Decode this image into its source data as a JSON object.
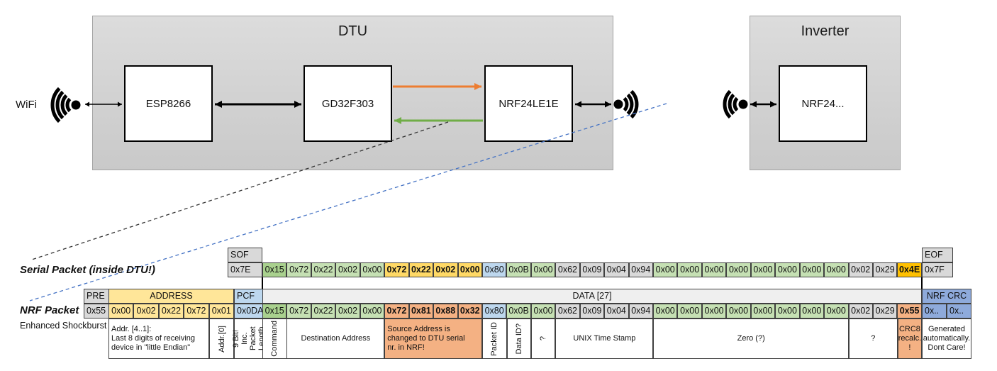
{
  "diagram": {
    "wifi_label": "WiFi",
    "dtu": {
      "title": "DTU",
      "components": [
        "ESP8266",
        "GD32F303",
        "NRF24LE1E"
      ]
    },
    "inverter": {
      "title": "Inverter",
      "components": [
        "NRF24..."
      ]
    },
    "colors": {
      "orange_arrow": "#ED7D31",
      "green_arrow": "#70AD47",
      "blue_dashed": "#4472C4",
      "black_dashed": "#333333"
    }
  },
  "serial_packet": {
    "label": "Serial Packet (inside DTU!)",
    "sof": {
      "label": "SOF",
      "value": "0x7E"
    },
    "eof": {
      "label": "EOF",
      "value": "0x7F"
    },
    "bytes": [
      {
        "v": "0x15",
        "c": "g1"
      },
      {
        "v": "0x72",
        "c": "lg"
      },
      {
        "v": "0x22",
        "c": "lg"
      },
      {
        "v": "0x02",
        "c": "lg"
      },
      {
        "v": "0x00",
        "c": "lg"
      },
      {
        "v": "0x72",
        "c": "gold"
      },
      {
        "v": "0x22",
        "c": "gold"
      },
      {
        "v": "0x02",
        "c": "gold"
      },
      {
        "v": "0x00",
        "c": "gold"
      },
      {
        "v": "0x80",
        "c": "blue"
      },
      {
        "v": "0x0B",
        "c": "lg"
      },
      {
        "v": "0x00",
        "c": "lg"
      },
      {
        "v": "0x62",
        "c": "gray"
      },
      {
        "v": "0x09",
        "c": "gray"
      },
      {
        "v": "0x04",
        "c": "gray"
      },
      {
        "v": "0x94",
        "c": "gray"
      },
      {
        "v": "0x00",
        "c": "lg"
      },
      {
        "v": "0x00",
        "c": "lg"
      },
      {
        "v": "0x00",
        "c": "lg"
      },
      {
        "v": "0x00",
        "c": "lg"
      },
      {
        "v": "0x00",
        "c": "lg"
      },
      {
        "v": "0x00",
        "c": "lg"
      },
      {
        "v": "0x00",
        "c": "lg"
      },
      {
        "v": "0x00",
        "c": "lg"
      },
      {
        "v": "0x02",
        "c": "gray"
      },
      {
        "v": "0x29",
        "c": "gray"
      },
      {
        "v": "0x4E",
        "c": "amber"
      }
    ]
  },
  "nrf_packet": {
    "label": "NRF Packet",
    "sublabel": "Enhanced Shockburst",
    "pre": {
      "label": "PRE",
      "value": "0x55"
    },
    "address": {
      "label": "ADDRESS",
      "values": [
        "0x00",
        "0x02",
        "0x22",
        "0x72",
        "0x01"
      ]
    },
    "pcf": {
      "label": "PCF",
      "value": "0x0DA"
    },
    "data_label": "DATA [27]",
    "crc": {
      "label": "NRF CRC",
      "values": [
        "0x..",
        "0x.."
      ]
    },
    "bytes": [
      {
        "v": "0x15",
        "c": "g1"
      },
      {
        "v": "0x72",
        "c": "lg"
      },
      {
        "v": "0x22",
        "c": "lg"
      },
      {
        "v": "0x02",
        "c": "lg"
      },
      {
        "v": "0x00",
        "c": "lg"
      },
      {
        "v": "0x72",
        "c": "salmon"
      },
      {
        "v": "0x81",
        "c": "salmon"
      },
      {
        "v": "0x88",
        "c": "salmon"
      },
      {
        "v": "0x32",
        "c": "salmon"
      },
      {
        "v": "0x80",
        "c": "blue"
      },
      {
        "v": "0x0B",
        "c": "lg"
      },
      {
        "v": "0x00",
        "c": "lg"
      },
      {
        "v": "0x62",
        "c": "gray"
      },
      {
        "v": "0x09",
        "c": "gray"
      },
      {
        "v": "0x04",
        "c": "gray"
      },
      {
        "v": "0x94",
        "c": "gray"
      },
      {
        "v": "0x00",
        "c": "lg"
      },
      {
        "v": "0x00",
        "c": "lg"
      },
      {
        "v": "0x00",
        "c": "lg"
      },
      {
        "v": "0x00",
        "c": "lg"
      },
      {
        "v": "0x00",
        "c": "lg"
      },
      {
        "v": "0x00",
        "c": "lg"
      },
      {
        "v": "0x00",
        "c": "lg"
      },
      {
        "v": "0x00",
        "c": "lg"
      },
      {
        "v": "0x02",
        "c": "gray"
      },
      {
        "v": "0x29",
        "c": "gray"
      },
      {
        "v": "0x55",
        "c": "salmon"
      }
    ],
    "annotations": [
      {
        "id": "addr41",
        "text": "Addr. [4..1]:\nLast 8 digits of receiving\ndevice in \"little Endian\"",
        "vertical": false,
        "fill": "white",
        "align": "left"
      },
      {
        "id": "addr0",
        "text": "Addr.[0]",
        "vertical": true,
        "fill": "white"
      },
      {
        "id": "pcf",
        "text": "9 Bit!\nInc. Packet\nLength",
        "vertical": true,
        "fill": "white"
      },
      {
        "id": "command",
        "text": "Command",
        "vertical": true,
        "fill": "white"
      },
      {
        "id": "dest",
        "text": "Destination Address",
        "vertical": false,
        "fill": "white",
        "align": "center"
      },
      {
        "id": "source",
        "text": "Source Address is\nchanged to DTU serial\nnr. in NRF!",
        "vertical": false,
        "fill": "salmon",
        "align": "left"
      },
      {
        "id": "packetid",
        "text": "Packet ID",
        "vertical": true,
        "fill": "white"
      },
      {
        "id": "dataid",
        "text": "Data ID?",
        "vertical": true,
        "fill": "white"
      },
      {
        "id": "q1",
        "text": "?",
        "vertical": true,
        "fill": "white"
      },
      {
        "id": "unix",
        "text": "UNIX Time Stamp",
        "vertical": false,
        "fill": "white",
        "align": "center"
      },
      {
        "id": "zero",
        "text": "Zero (?)",
        "vertical": false,
        "fill": "white",
        "align": "center"
      },
      {
        "id": "q2",
        "text": "?",
        "vertical": false,
        "fill": "white",
        "align": "center"
      },
      {
        "id": "crc8",
        "text": "CRC8\nrecalc.\n!",
        "vertical": false,
        "fill": "salmon",
        "align": "center"
      },
      {
        "id": "gen",
        "text": "Generated\nautomatically.\nDont Care!",
        "vertical": false,
        "fill": "white",
        "align": "center"
      }
    ]
  }
}
